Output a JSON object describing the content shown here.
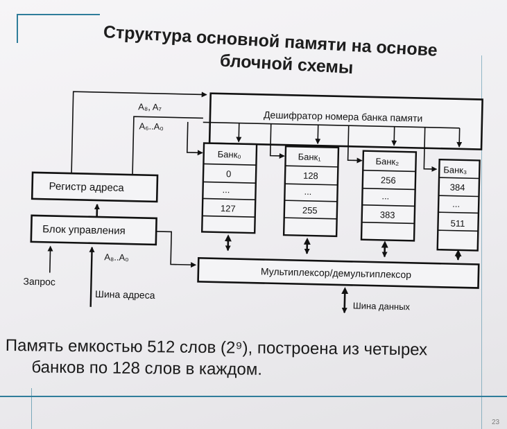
{
  "slide": {
    "title_line1": "Структура основной памяти на основе",
    "title_line2": "блочной схемы",
    "caption_line1": "Память емкостью 512 слов (2⁹), построена из четырех",
    "caption_line2": "банков по 128 слов в каждом.",
    "page_number": "23"
  },
  "diagram": {
    "addr_hi_label": "A₈, A₇",
    "addr_lo_label": "A₆..A₀",
    "addr_bus_label": "A₈..A₀",
    "decoder_label": "Дешифратор номера банка памяти",
    "register_label": "Регистр адреса",
    "control_label": "Блок управления",
    "request_label": "Запрос",
    "address_bus_label": "Шина адреса",
    "mux_label": "Мультиплексор/демультиплексор",
    "data_bus_label": "Шина данных",
    "banks": [
      {
        "name": "Банк₀",
        "first": "0",
        "dots": "...",
        "last": "127"
      },
      {
        "name": "Банк₁",
        "first": "128",
        "dots": "...",
        "last": "255"
      },
      {
        "name": "Банк₂",
        "first": "256",
        "dots": "...",
        "last": "383"
      },
      {
        "name": "Банк₃",
        "first": "384",
        "dots": "...",
        "last": "511"
      }
    ]
  },
  "colors": {
    "rail": "#2f7d9a",
    "ink": "#111111"
  }
}
